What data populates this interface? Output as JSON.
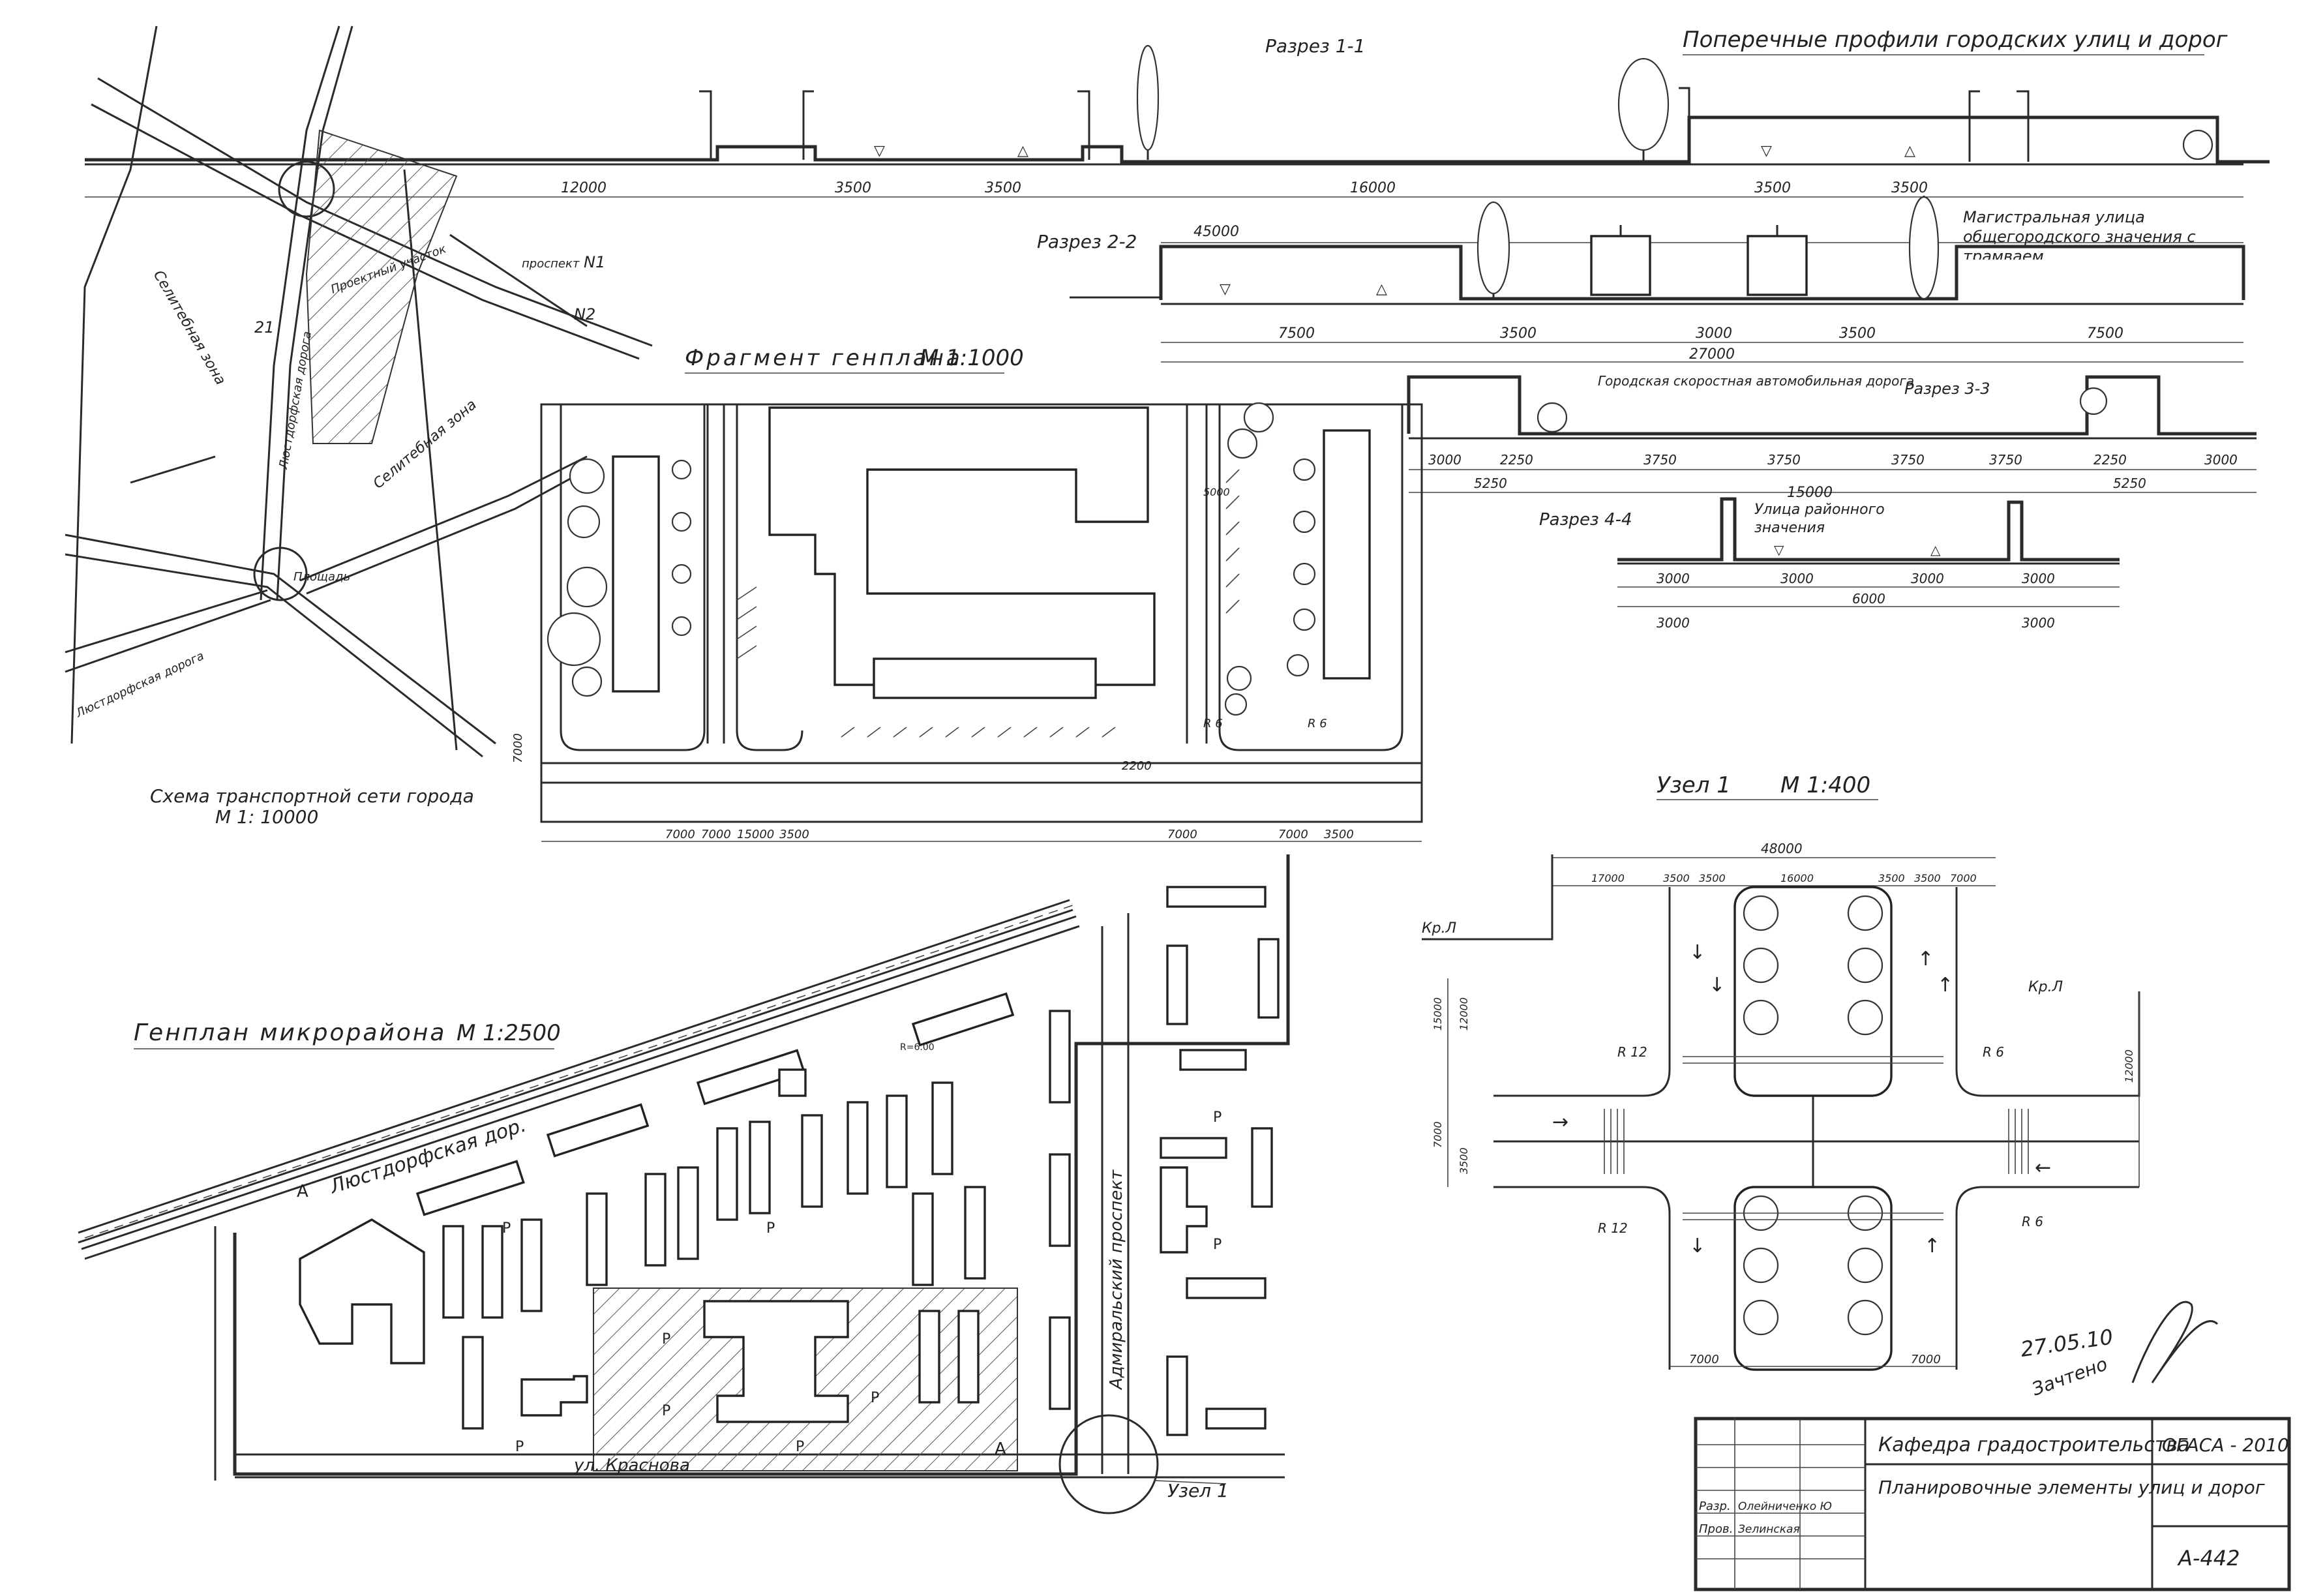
{
  "header_title": "Поперечные профили городских улиц и дорог",
  "sections": {
    "s1": {
      "label": "Разрез 1-1",
      "dims": [
        "12000",
        "3500",
        "3500",
        "16000",
        "3500",
        "3500"
      ]
    },
    "s2": {
      "label": "Разрез 2-2",
      "note": "Магистральная улица общегородского значения с трамваем",
      "dims": [
        "45000",
        "7500",
        "3500",
        "3000",
        "3500",
        "7500",
        "27000"
      ]
    },
    "s3": {
      "label": "Разрез 3-3",
      "note": "Городская скоростная автомобильная дорога",
      "dims": [
        "3000",
        "2250",
        "3750",
        "3750",
        "3750",
        "3750",
        "2250",
        "3000",
        "5250",
        "5250"
      ]
    },
    "s4": {
      "label": "Разрез 4-4",
      "note": "Улица районного значения",
      "dims": [
        "15000",
        "3000",
        "3000",
        "3000",
        "3000",
        "6000",
        "3000",
        "3000"
      ]
    }
  },
  "transport_scheme": {
    "caption": "Схема транспортной сети города",
    "scale": "М 1: 10000",
    "labels": {
      "residential_1": "Селитебная зона",
      "residential_2": "Селитебная зона",
      "project_area": "Проектный участок",
      "zone_21": "21",
      "road_ljustdorf_1": "Люстдорфская дорога",
      "road_ljustdorf_2": "Люстдорфская дорога",
      "node_n1": "N1",
      "node_n2": "N2",
      "square": "Площадь",
      "prospekt": "проспект"
    }
  },
  "fragment": {
    "title": "Фрагмент генплана",
    "scale": "М 1:1000",
    "dims_bottom": [
      "7000",
      "7000",
      "15000",
      "3500",
      "7000",
      "7000",
      "3500"
    ],
    "dims_side": [
      "7000"
    ],
    "small_labels": [
      "2200",
      "R 6",
      "5000",
      "R 6"
    ]
  },
  "microdistrict": {
    "title": "Генплан микрорайона",
    "scale": "М 1:2500",
    "streets": {
      "ljustdorf": "Люстдорфская дор.",
      "admiralsky": "Адмиральский проспект",
      "krasnova": "ул. Краснова"
    },
    "parking_mark": "Р",
    "bus_mark": "А",
    "node_label": "Узел 1",
    "radius": "R=6.00"
  },
  "node": {
    "title": "Узел 1",
    "scale": "М 1:400",
    "dims_top": [
      "48000",
      "17000",
      "3500",
      "3500",
      "16000",
      "3500",
      "3500",
      "7000"
    ],
    "dims_bottom": [
      "7000",
      "7000"
    ],
    "dims_left": [
      "15000",
      "12000",
      "7000",
      "3500"
    ],
    "dims_right": [
      "12000"
    ],
    "labels": [
      "Кр.Л",
      "Кр.Л",
      "R 12",
      "R 12",
      "R 6",
      "R 6"
    ]
  },
  "signature": {
    "date": "27.05.10",
    "note": "Зачтено"
  },
  "title_block": {
    "department": "Кафедра градостроительства",
    "institution": "ОГАСА - 2010",
    "sheet_title": "Планировочные элементы улиц и дорог",
    "role_dev": "Разр.",
    "role_check": "Пров.",
    "developer": "Олейниченко Ю",
    "checker": "Зелинская",
    "sheet_code": "А-442"
  }
}
